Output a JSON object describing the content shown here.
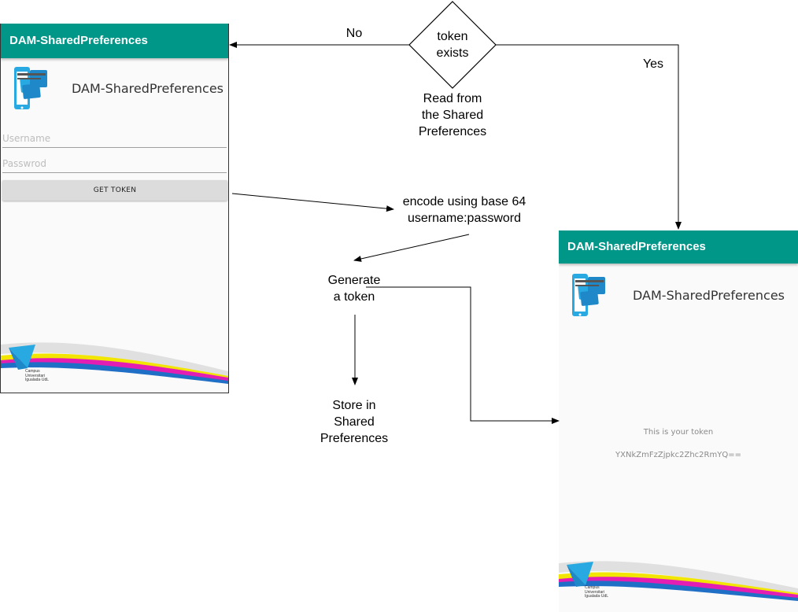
{
  "app": {
    "title": "DAM-SharedPreferences",
    "name": "DAM-SharedPreferences",
    "logo": [
      "Campus",
      "Universitari",
      "Igualada·UdL"
    ]
  },
  "login_screen": {
    "username_placeholder": "Username",
    "password_placeholder": "Passwrod",
    "button_label": "GET TOKEN"
  },
  "token_screen": {
    "message": "This is your token",
    "token": "YXNkZmFzZjpkc2Zhc2RmYQ=="
  },
  "flow": {
    "decision": [
      "token",
      "exists"
    ],
    "read_note": [
      "Read from",
      "the Shared",
      "Preferences"
    ],
    "no_label": "No",
    "yes_label": "Yes",
    "encode": [
      "encode using base 64",
      "username:password"
    ],
    "generate": [
      "Generate",
      "a token"
    ],
    "store": [
      "Store in",
      "Shared",
      "Preferences"
    ]
  },
  "colors": {
    "appbar": "#009688",
    "icon_blue": "#29a9e1"
  }
}
